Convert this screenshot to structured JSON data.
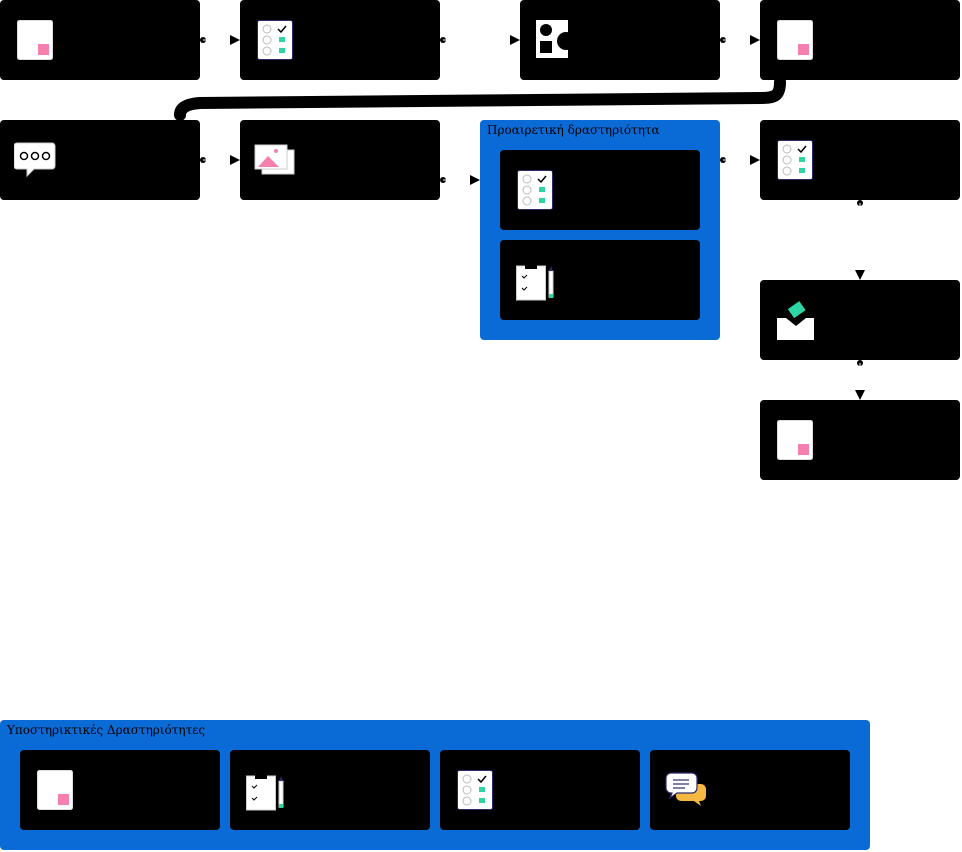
{
  "colors": {
    "node_fill": "#000000",
    "group_fill": "#0b6bd6",
    "card_white": "#ffffff",
    "accent_pink": "#f77fb0",
    "accent_teal": "#2ed6a4",
    "accent_navy": "#2c2a6b",
    "accent_orange": "#f5b942"
  },
  "groups": {
    "optional": {
      "label": "Προαιρετική δραστηριότητα"
    },
    "support": {
      "label": "Υποστηρικτικές Δραστηριότητες"
    }
  },
  "nodes": [
    {
      "id": "n1",
      "icon": "document-icon"
    },
    {
      "id": "n2",
      "icon": "checklist-icon"
    },
    {
      "id": "n3",
      "icon": "shapes-icon"
    },
    {
      "id": "n4",
      "icon": "document-icon"
    },
    {
      "id": "n5",
      "icon": "chat-bubble-icon"
    },
    {
      "id": "n6",
      "icon": "image-icon"
    },
    {
      "id": "n7",
      "icon": "checklist-icon"
    },
    {
      "id": "n8",
      "icon": "clipboard-pencil-icon"
    },
    {
      "id": "n9",
      "icon": "checklist-icon"
    },
    {
      "id": "n10",
      "icon": "submit-box-icon"
    },
    {
      "id": "n11",
      "icon": "document-icon"
    },
    {
      "id": "s1",
      "icon": "document-icon"
    },
    {
      "id": "s2",
      "icon": "clipboard-pencil-icon"
    },
    {
      "id": "s3",
      "icon": "checklist-icon"
    },
    {
      "id": "s4",
      "icon": "discussion-icon"
    }
  ]
}
